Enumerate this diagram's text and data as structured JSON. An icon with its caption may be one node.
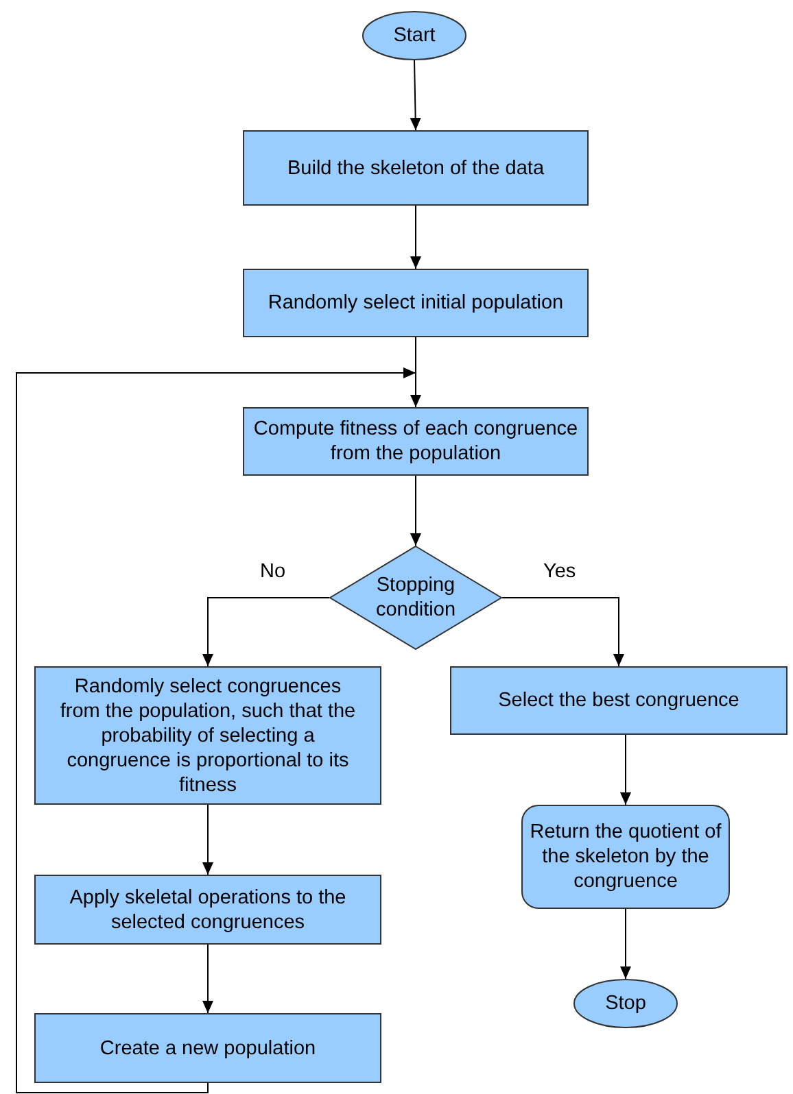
{
  "diagram": {
    "nodes": [
      {
        "text": [
          "Start"
        ]
      },
      {
        "text": [
          "Build the skeleton of the data"
        ]
      },
      {
        "text": [
          "Randomly select initial population"
        ]
      },
      {
        "text": [
          "Compute fitness of each congruence from the population"
        ]
      },
      {
        "text": [
          "Stopping condition"
        ]
      },
      {
        "text": [
          "Randomly select congruences from the population, such that the probability of selecting a congruence is proportional to its fitness"
        ]
      },
      {
        "text": [
          "Select the best congruence"
        ]
      },
      {
        "text": [
          "Return the quotient of the skeleton by the congruence"
        ]
      },
      {
        "text": [
          "Apply skeletal operations to the selected congruences"
        ]
      },
      {
        "text": [
          "Create a new population"
        ]
      },
      {
        "text": [
          "Stop"
        ]
      }
    ],
    "edges": [
      {
        "from": 0,
        "to": 1,
        "arrow": "to"
      },
      {
        "from": 1,
        "to": 2,
        "arrow": "to"
      },
      {
        "from": 2,
        "to": 3,
        "arrow": "to"
      },
      {
        "from": 3,
        "to": 4,
        "arrow": "to"
      },
      {
        "from": 4,
        "to": 5,
        "arrow": "to",
        "label": "No"
      },
      {
        "from": 4,
        "to": 6,
        "arrow": "to",
        "label": "Yes"
      },
      {
        "from": 5,
        "to": 8,
        "arrow": "to"
      },
      {
        "from": 8,
        "to": 9,
        "arrow": "to"
      },
      {
        "from": 9,
        "to": 3,
        "arrow": "to"
      },
      {
        "from": 6,
        "to": 7,
        "arrow": "to"
      },
      {
        "from": 7,
        "to": 10,
        "arrow": "to"
      }
    ]
  }
}
